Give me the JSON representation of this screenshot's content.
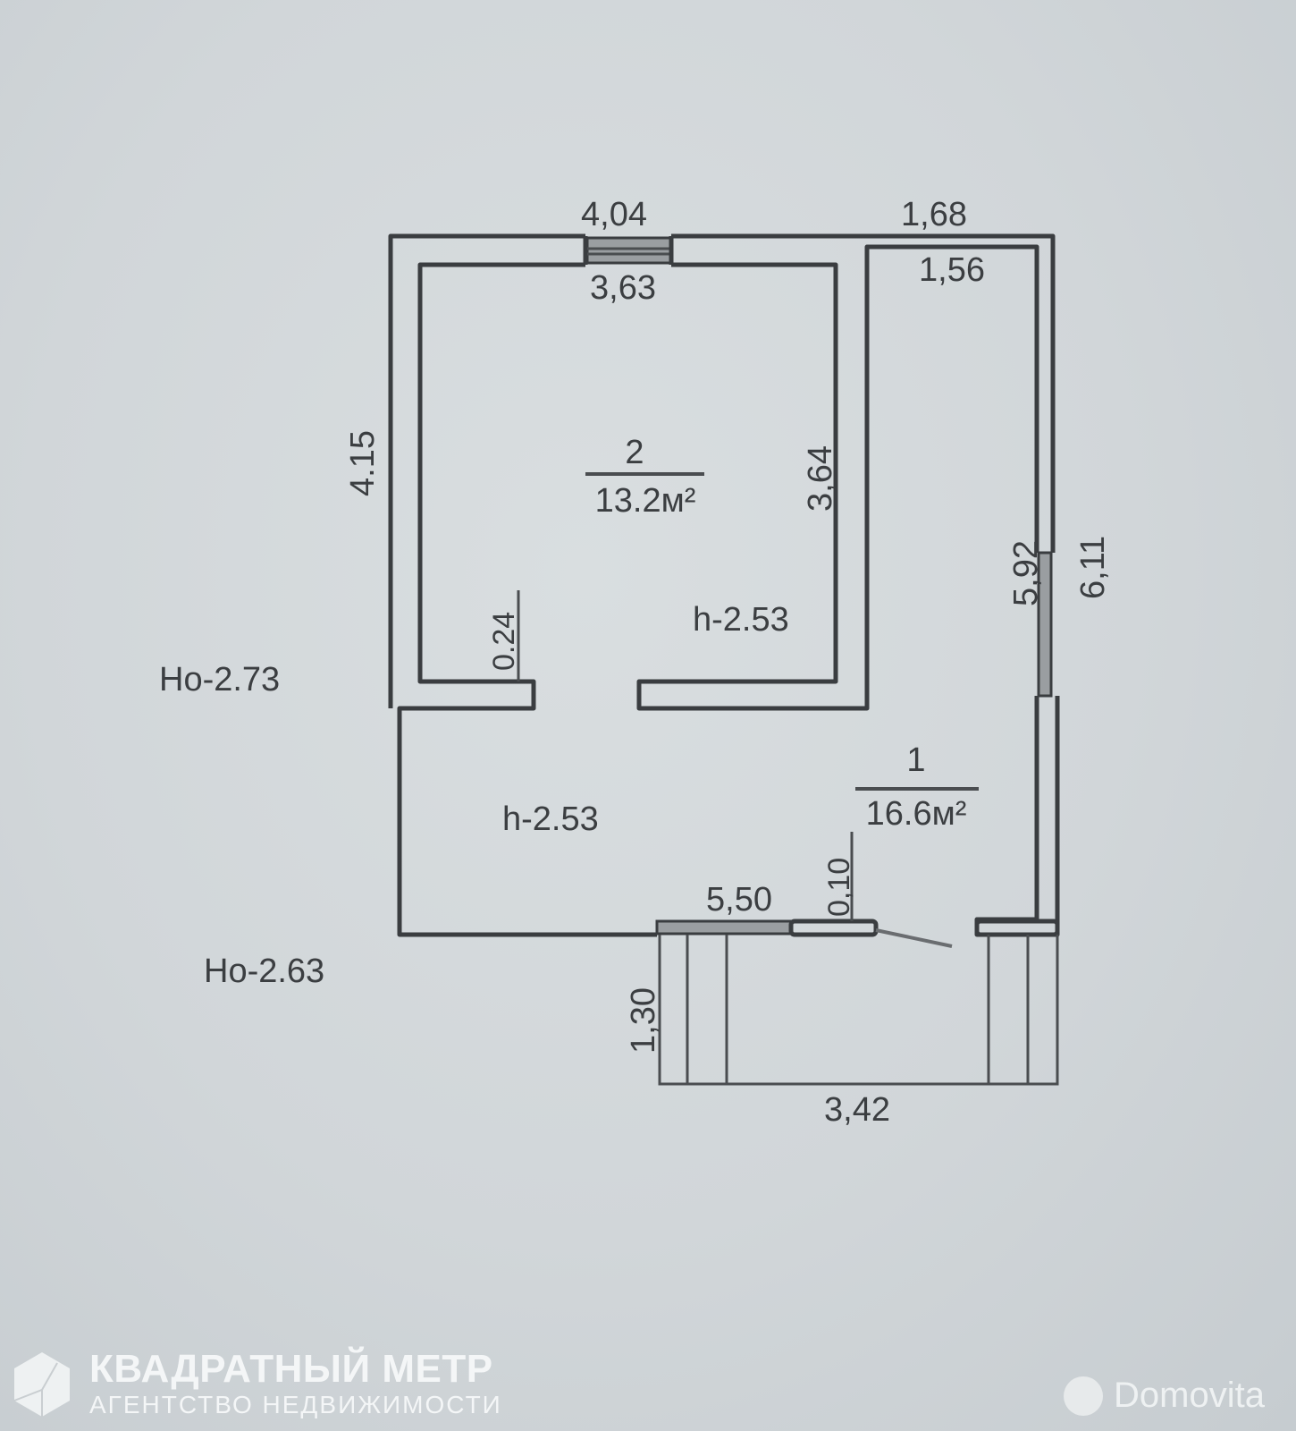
{
  "plan": {
    "rooms": [
      {
        "number": "2",
        "area": "13.2м²",
        "height_label": "h-2.53"
      },
      {
        "number": "1",
        "area": "16.6м²",
        "height_label": "h-2.53"
      }
    ],
    "dimensions": {
      "top_left_outer": "4,04",
      "top_left_inner": "3,63",
      "top_right_outer": "1,68",
      "top_right_inner": "1,56",
      "left_wall": "4.15",
      "room2_right": "3,64",
      "right_inner": "5,92",
      "right_outer": "6,11",
      "wall_stub": "0.24",
      "bottom_wall": "5,50",
      "door_stub": "0,10",
      "porch_depth": "1,30",
      "porch_width": "3,42"
    },
    "ground_levels": [
      "Ho-2.73",
      "Ho-2.63"
    ],
    "colors": {
      "wall": "#3a3d40",
      "background": "#d1d6d9",
      "text": "#3b3e41"
    }
  },
  "watermark": {
    "title": "КВАДРАТНЫЙ МЕТР",
    "subtitle": "АГЕНТСТВО НЕДВИЖИМОСТИ",
    "icon": "cube-logo-icon"
  },
  "source_logo": {
    "label": "Domovita",
    "icon": "domovita-dot-icon"
  }
}
